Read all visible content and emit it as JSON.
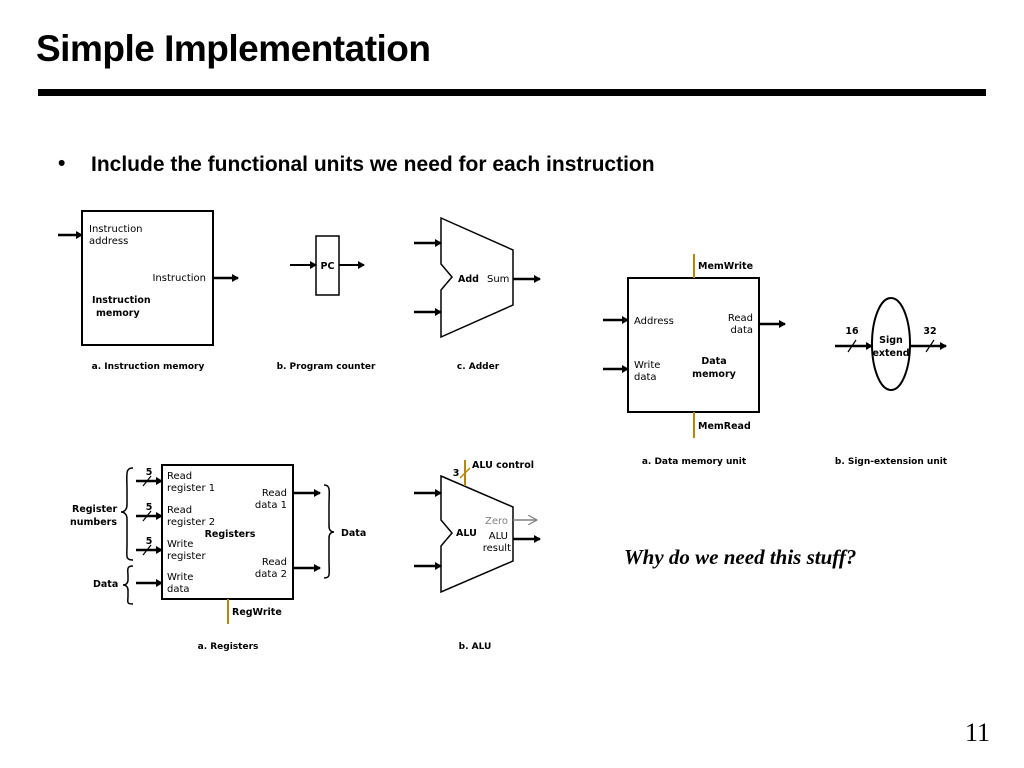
{
  "slide": {
    "title": "Simple Implementation",
    "bullet_symbol": "•",
    "bullet_text": "Include the functional units we need for each instruction",
    "question": "Why do we need this stuff?",
    "page_number": "11"
  },
  "figures": {
    "instruction_memory": {
      "input_label": "Instruction address",
      "input_label_line1": "Instruction",
      "input_label_line2": "address",
      "output_label": "Instruction",
      "name_line1": "Instruction",
      "name_line2": "memory",
      "caption": "a. Instruction memory"
    },
    "program_counter": {
      "name": "PC",
      "caption": "b. Program counter"
    },
    "adder": {
      "name": "Add",
      "output_label": "Sum",
      "caption": "c. Adder"
    },
    "data_memory": {
      "write_control": "MemWrite",
      "read_control": "MemRead",
      "address_label": "Address",
      "write_data_line1": "Write",
      "write_data_line2": "data",
      "read_data_line1": "Read",
      "read_data_line2": "data",
      "name_line1": "Data",
      "name_line2": "memory",
      "caption": "a. Data memory unit"
    },
    "sign_extend": {
      "input_width": "16",
      "output_width": "32",
      "name_line1": "Sign",
      "name_line2": "extend",
      "caption": "b. Sign-extension unit"
    },
    "registers": {
      "group_label_line1": "Register",
      "group_label_line2": "numbers",
      "data_label_left": "Data",
      "data_label_right": "Data",
      "bus_width_1": "5",
      "bus_width_2": "5",
      "bus_width_3": "5",
      "read_reg1_line1": "Read",
      "read_reg1_line2": "register 1",
      "read_reg2_line1": "Read",
      "read_reg2_line2": "register 2",
      "write_reg_line1": "Write",
      "write_reg_line2": "register",
      "write_data_line1": "Write",
      "write_data_line2": "data",
      "read_data1_line1": "Read",
      "read_data1_line2": "data 1",
      "read_data2_line1": "Read",
      "read_data2_line2": "data 2",
      "name": "Registers",
      "control": "RegWrite",
      "caption": "a. Registers"
    },
    "alu": {
      "control_width": "3",
      "control": "ALU control",
      "name": "ALU",
      "zero_label": "Zero",
      "result_line1": "ALU",
      "result_line2": "result",
      "caption": "b. ALU"
    }
  },
  "colors": {
    "control_signal": "#b8860b",
    "zero_output": "#808080"
  }
}
